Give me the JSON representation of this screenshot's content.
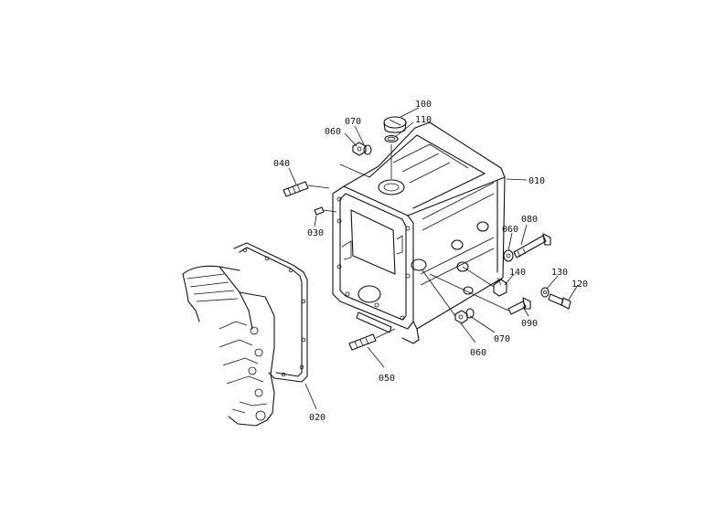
{
  "diagram": {
    "part_labels": {
      "p010": "010",
      "p020": "020",
      "p030": "030",
      "p040": "040",
      "p050": "050",
      "p060a": "060",
      "p060b": "060",
      "p060c": "060",
      "p070a": "070",
      "p070b": "070",
      "p080": "080",
      "p090": "090",
      "p100": "100",
      "p110": "110",
      "p120": "120",
      "p130": "130",
      "p140": "140"
    }
  }
}
